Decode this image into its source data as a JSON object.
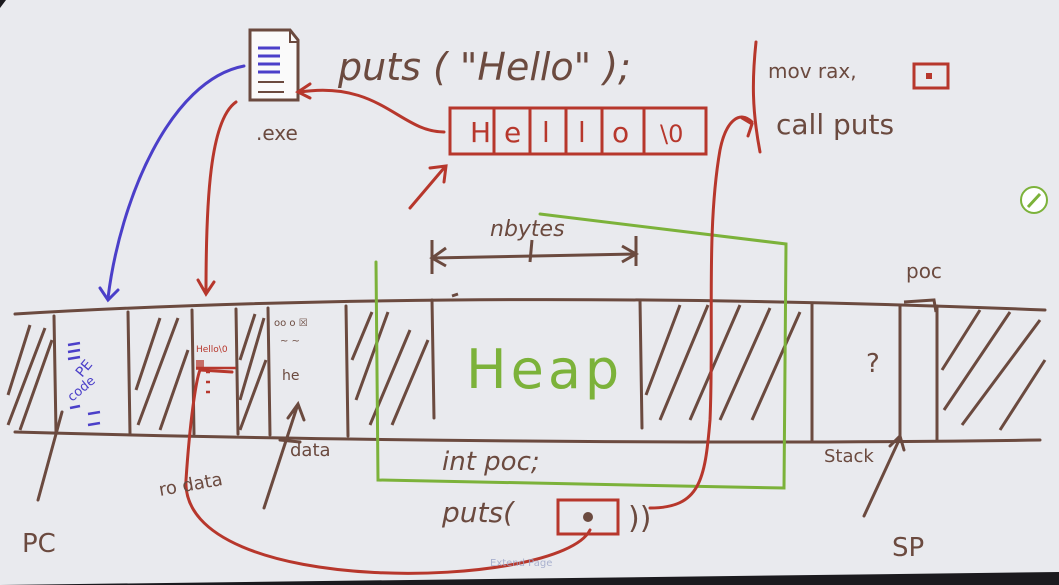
{
  "colors": {
    "board": "#e9eaee",
    "ink_brown": "#6b4a3f",
    "ink_red": "#b7372c",
    "ink_green": "#7cb23a",
    "ink_blue": "#4b3fc9",
    "frame": "#1b1a1e"
  },
  "icons": {
    "exe_file": "document-file-icon",
    "pen_tool": "pen-icon"
  },
  "labels": {
    "puts_call": "puts ( \"Hello\" );",
    "exe": ".exe",
    "hello_cells": [
      "H",
      "e",
      "l",
      "l",
      "o",
      "\\0"
    ],
    "asm_mov": "mov rax, ",
    "asm_call": "call puts",
    "nbytes": "nbytes",
    "poc_top": "poc",
    "heap": "Heap",
    "question": "?",
    "int_poc": "int poc;",
    "puts_poc": "puts(",
    "puts_poc_close": "))",
    "ro_data": "ro data",
    "data": "data",
    "stack": "Stack",
    "pc": "PC",
    "sp": "SP",
    "pe": "PE",
    "code": "code",
    "hello_small": "Hello\\0",
    "watermark": "Extend Page"
  }
}
